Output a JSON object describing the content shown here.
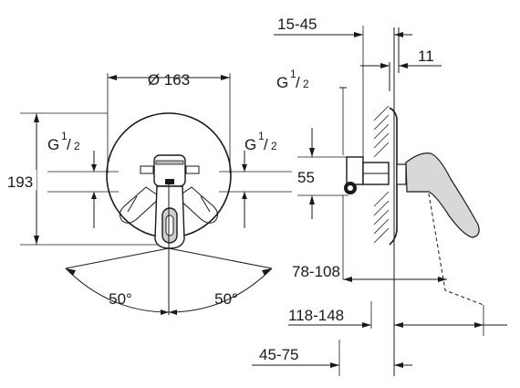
{
  "labels": {
    "diameter": "Ø 163",
    "height": "193",
    "thread_left_main": "G",
    "thread_left_frac_num": "1",
    "thread_left_frac_den": "2",
    "thread_right_main": "G",
    "thread_right_frac_num": "1",
    "thread_right_frac_den": "2",
    "thread_side_main": "G",
    "thread_side_frac_num": "1",
    "thread_side_frac_den": "2",
    "angle_left": "50°",
    "angle_right": "50°",
    "depth_range": "15-45",
    "plate_thickness": "11",
    "spacing": "55",
    "reach_1": "78-108",
    "reach_2": "118-148",
    "install_depth": "45-75"
  },
  "colors": {
    "line": "#1a1a1a",
    "part_shade": "#d8d8d8",
    "background": "#ffffff"
  }
}
